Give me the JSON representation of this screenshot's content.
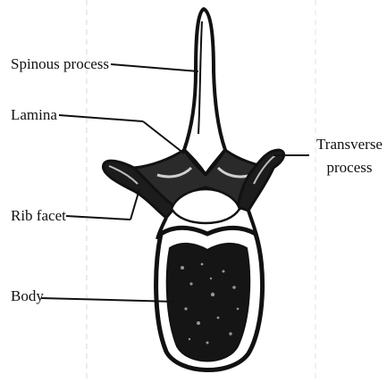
{
  "diagram": {
    "labels": {
      "spinous_process": "Spinous process",
      "lamina": "Lamina",
      "rib_facet": "Rib facet",
      "body": "Body",
      "transverse_line1": "Transverse",
      "transverse_line2": "process"
    },
    "colors": {
      "ink": "#111111",
      "background": "#ffffff"
    }
  }
}
